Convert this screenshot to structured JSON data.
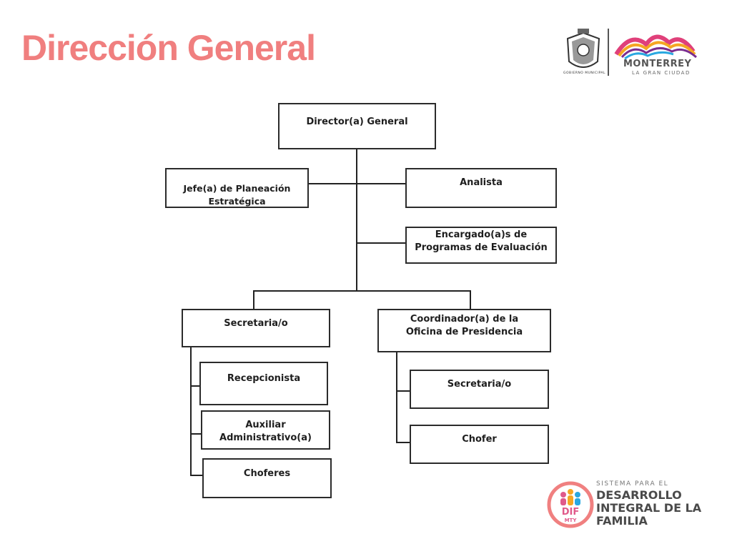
{
  "page": {
    "title": "Dirección General"
  },
  "logos": {
    "municipal_caption": "GOBIERNO MUNICIPAL",
    "monterrey_name": "MONTERREY",
    "monterrey_tagline": "LA GRAN CIUDAD",
    "dif_small": "SISTEMA PARA EL",
    "dif_line1": "DESARROLLO",
    "dif_line2": "INTEGRAL DE LA",
    "dif_line3": "FAMILIA",
    "dif_mark": "DIF",
    "dif_mark_sub": "MTY"
  },
  "org": {
    "director": "Director(a) General",
    "jefe_planeacion": "Jefe(a) de Planeación Estratégica",
    "analista": "Analista",
    "encargado_l1": "Encargado(a)s de",
    "encargado_l2": "Programas de Evaluación",
    "secretaria_left": "Secretaria/o",
    "coordinador_l1": "Coordinador(a) de la",
    "coordinador_l2": "Oficina de Presidencia",
    "recepcionista": "Recepcionista",
    "auxiliar": "Auxiliar Administrativo(a)",
    "choferes": "Choferes",
    "secretaria_right": "Secretaria/o",
    "chofer": "Chofer"
  },
  "colors": {
    "title": "#f07f7f",
    "box_border": "#2b2b2b",
    "lines": "#222222"
  }
}
